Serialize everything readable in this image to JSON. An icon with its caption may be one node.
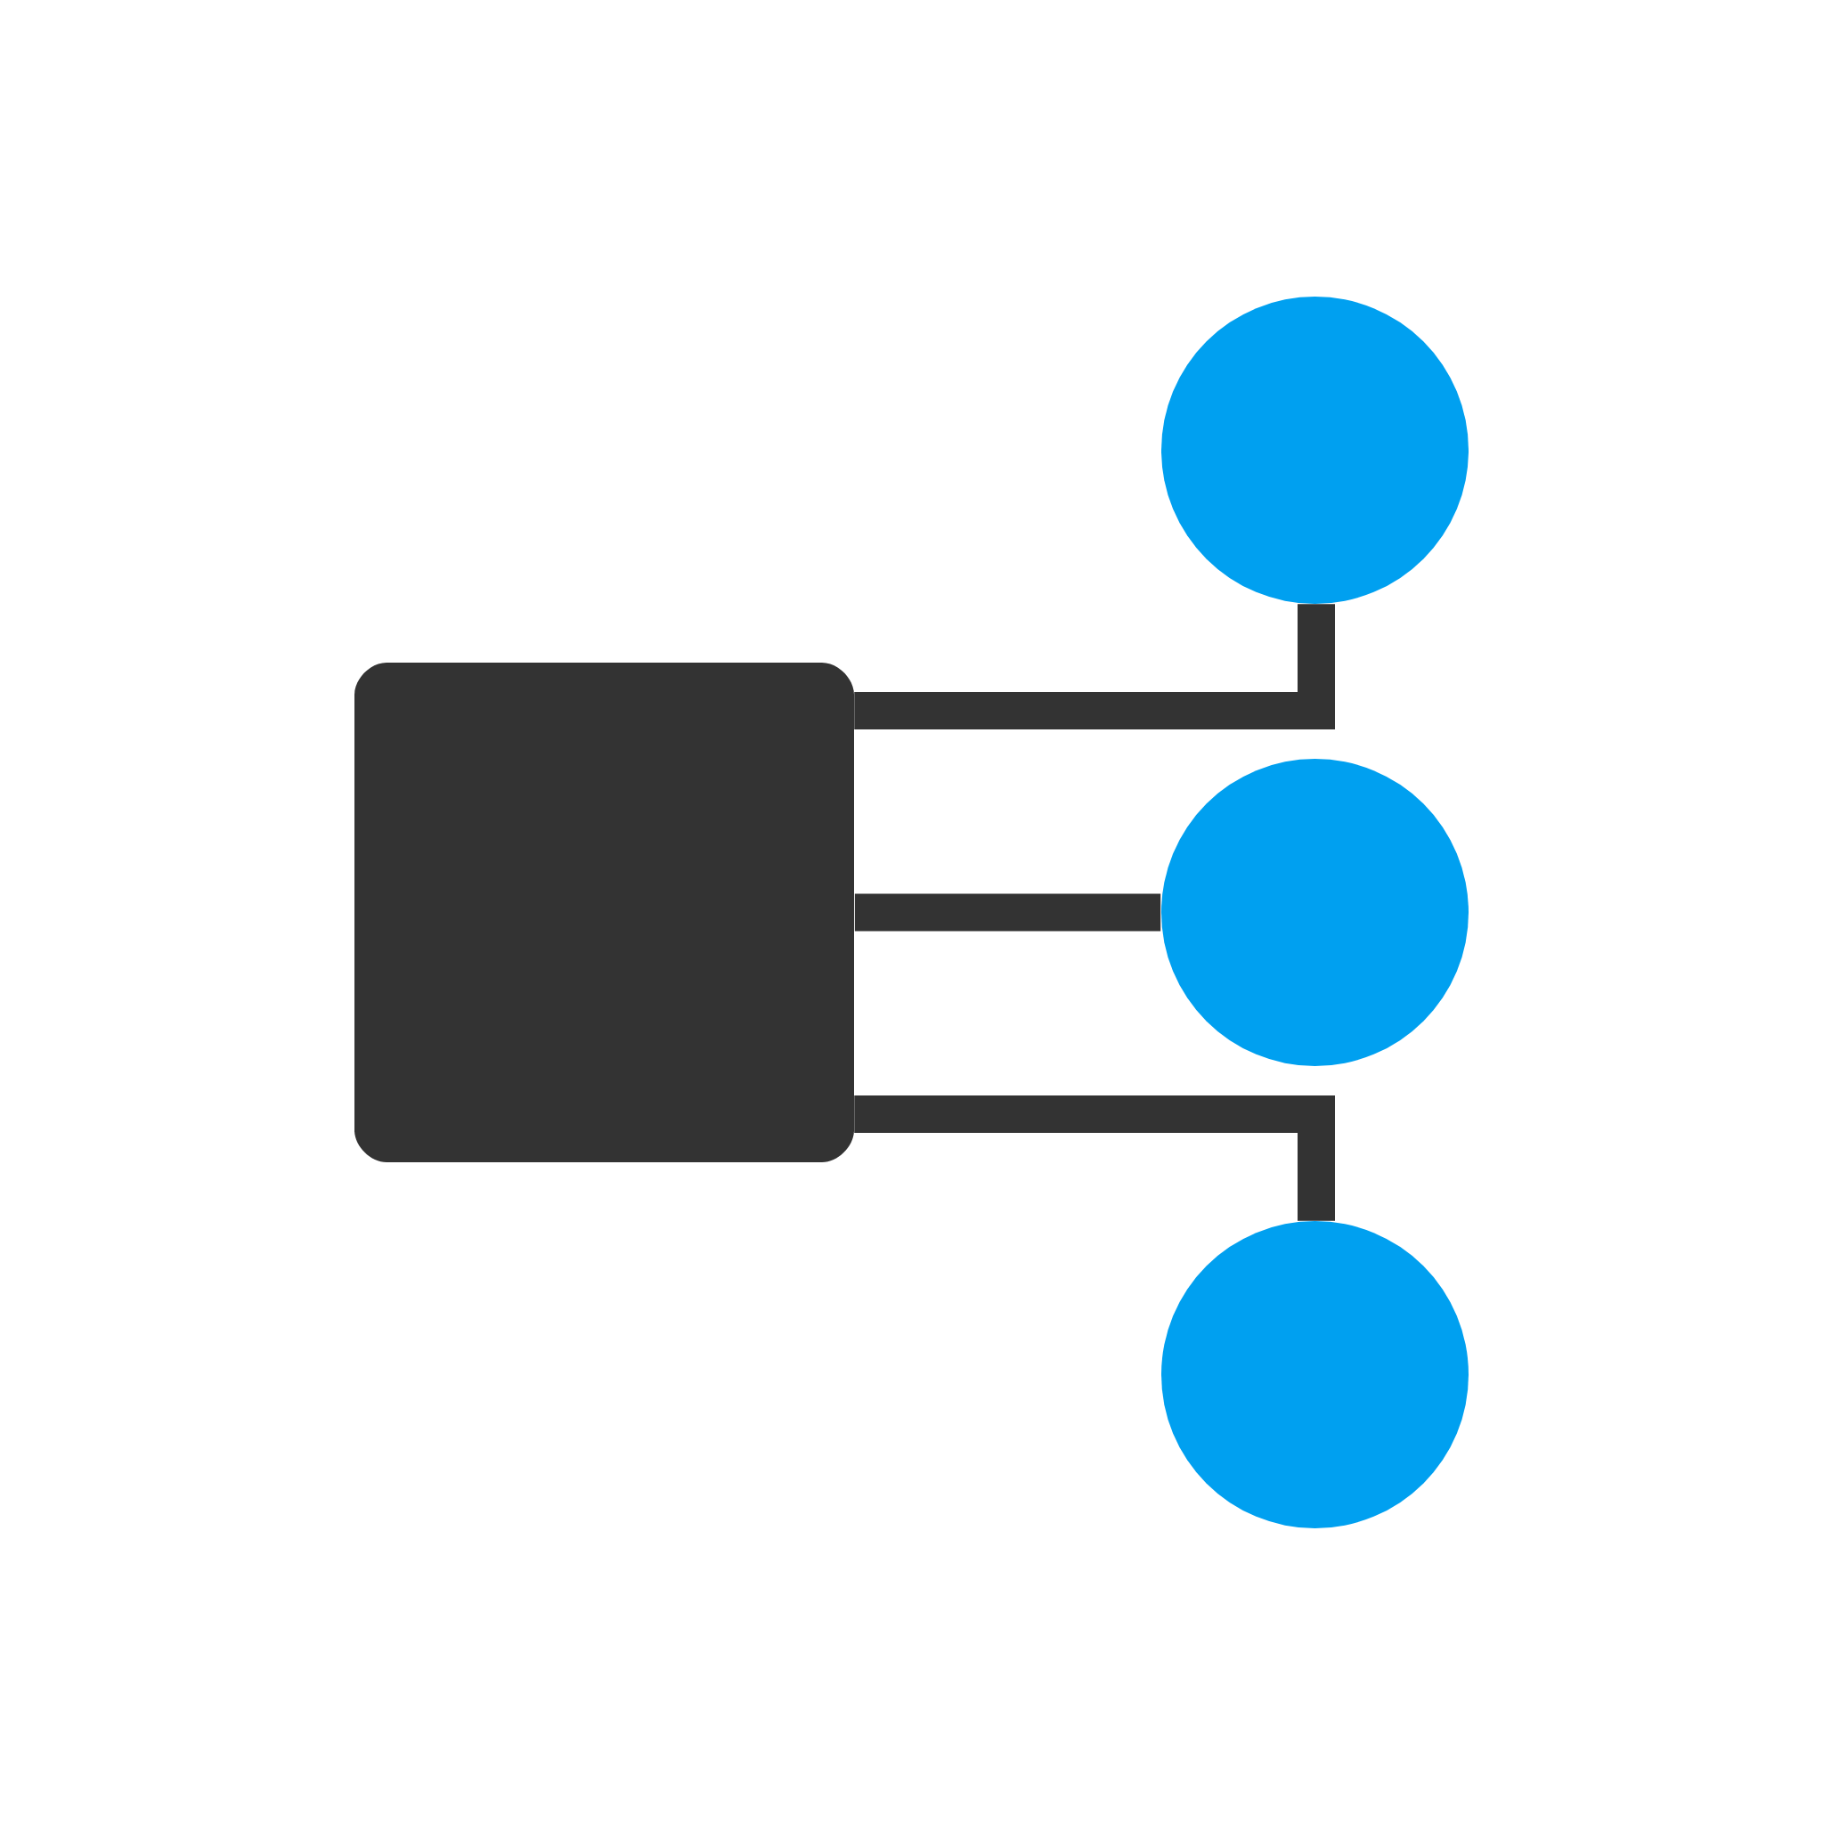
{
  "diagram": {
    "nodes": [
      {
        "text": [],
        "shape": "box"
      },
      {
        "text": [],
        "shape": "circle"
      },
      {
        "text": [],
        "shape": "circle"
      },
      {
        "text": [],
        "shape": "circle"
      }
    ],
    "edges": [
      {
        "from": 0,
        "to": 1,
        "arrow": "none"
      },
      {
        "from": 0,
        "to": 2,
        "arrow": "none"
      },
      {
        "from": 0,
        "to": 3,
        "arrow": "none"
      }
    ]
  }
}
